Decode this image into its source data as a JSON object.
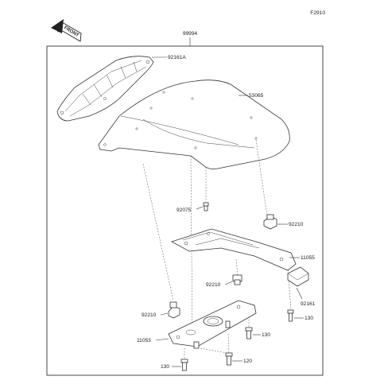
{
  "figure_code": "F2910",
  "front_label": "FRONT",
  "kit_number": "99994",
  "parts": {
    "cowl_frame": "92161A",
    "seat_cover": "53065",
    "bolt_top": "92075",
    "nut_right": "92210",
    "upper_bracket": "11055",
    "nut_center": "92210",
    "damper": "92161",
    "bolt_right_130": "130",
    "nut_left": "92210",
    "lower_bracket": "11053",
    "bolt_center_130": "130",
    "bolt_left_130": "130",
    "bolt_120": "120"
  }
}
